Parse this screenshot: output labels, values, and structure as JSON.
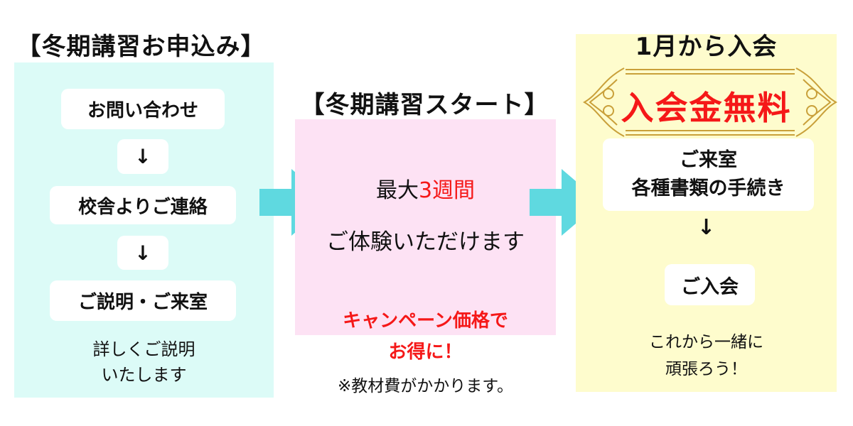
{
  "colors": {
    "cyan": "#dcfbf7",
    "pink": "#fde2f4",
    "yellow": "#fefccd",
    "arrow": "#5fd9e0",
    "red": "#f51818",
    "gold": "#c9a03a"
  },
  "step1": {
    "title": "【冬期講習お申込み】",
    "items": [
      "お問い合わせ",
      "↓",
      "校舎よりご連絡",
      "↓",
      "ご説明・ご来室"
    ],
    "note_line1": "詳しくご説明",
    "note_line2": "いたします"
  },
  "step2": {
    "title": "【冬期講習スタート】",
    "line1_prefix": "最大",
    "line1_highlight": "3週間",
    "line2": "ご体験いただけます",
    "campaign_line1": "キャンペーン価格で",
    "campaign_line2": "お得に！",
    "note": "※教材費がかかります。"
  },
  "step3": {
    "title": "1月から入会",
    "banner": "入会金無料",
    "box_line1": "ご来室",
    "box_line2": "各種書類の手続き",
    "arrow": "↓",
    "join": "ご入会",
    "note_line1": "これから一緒に",
    "note_line2": "頑張ろう！"
  }
}
